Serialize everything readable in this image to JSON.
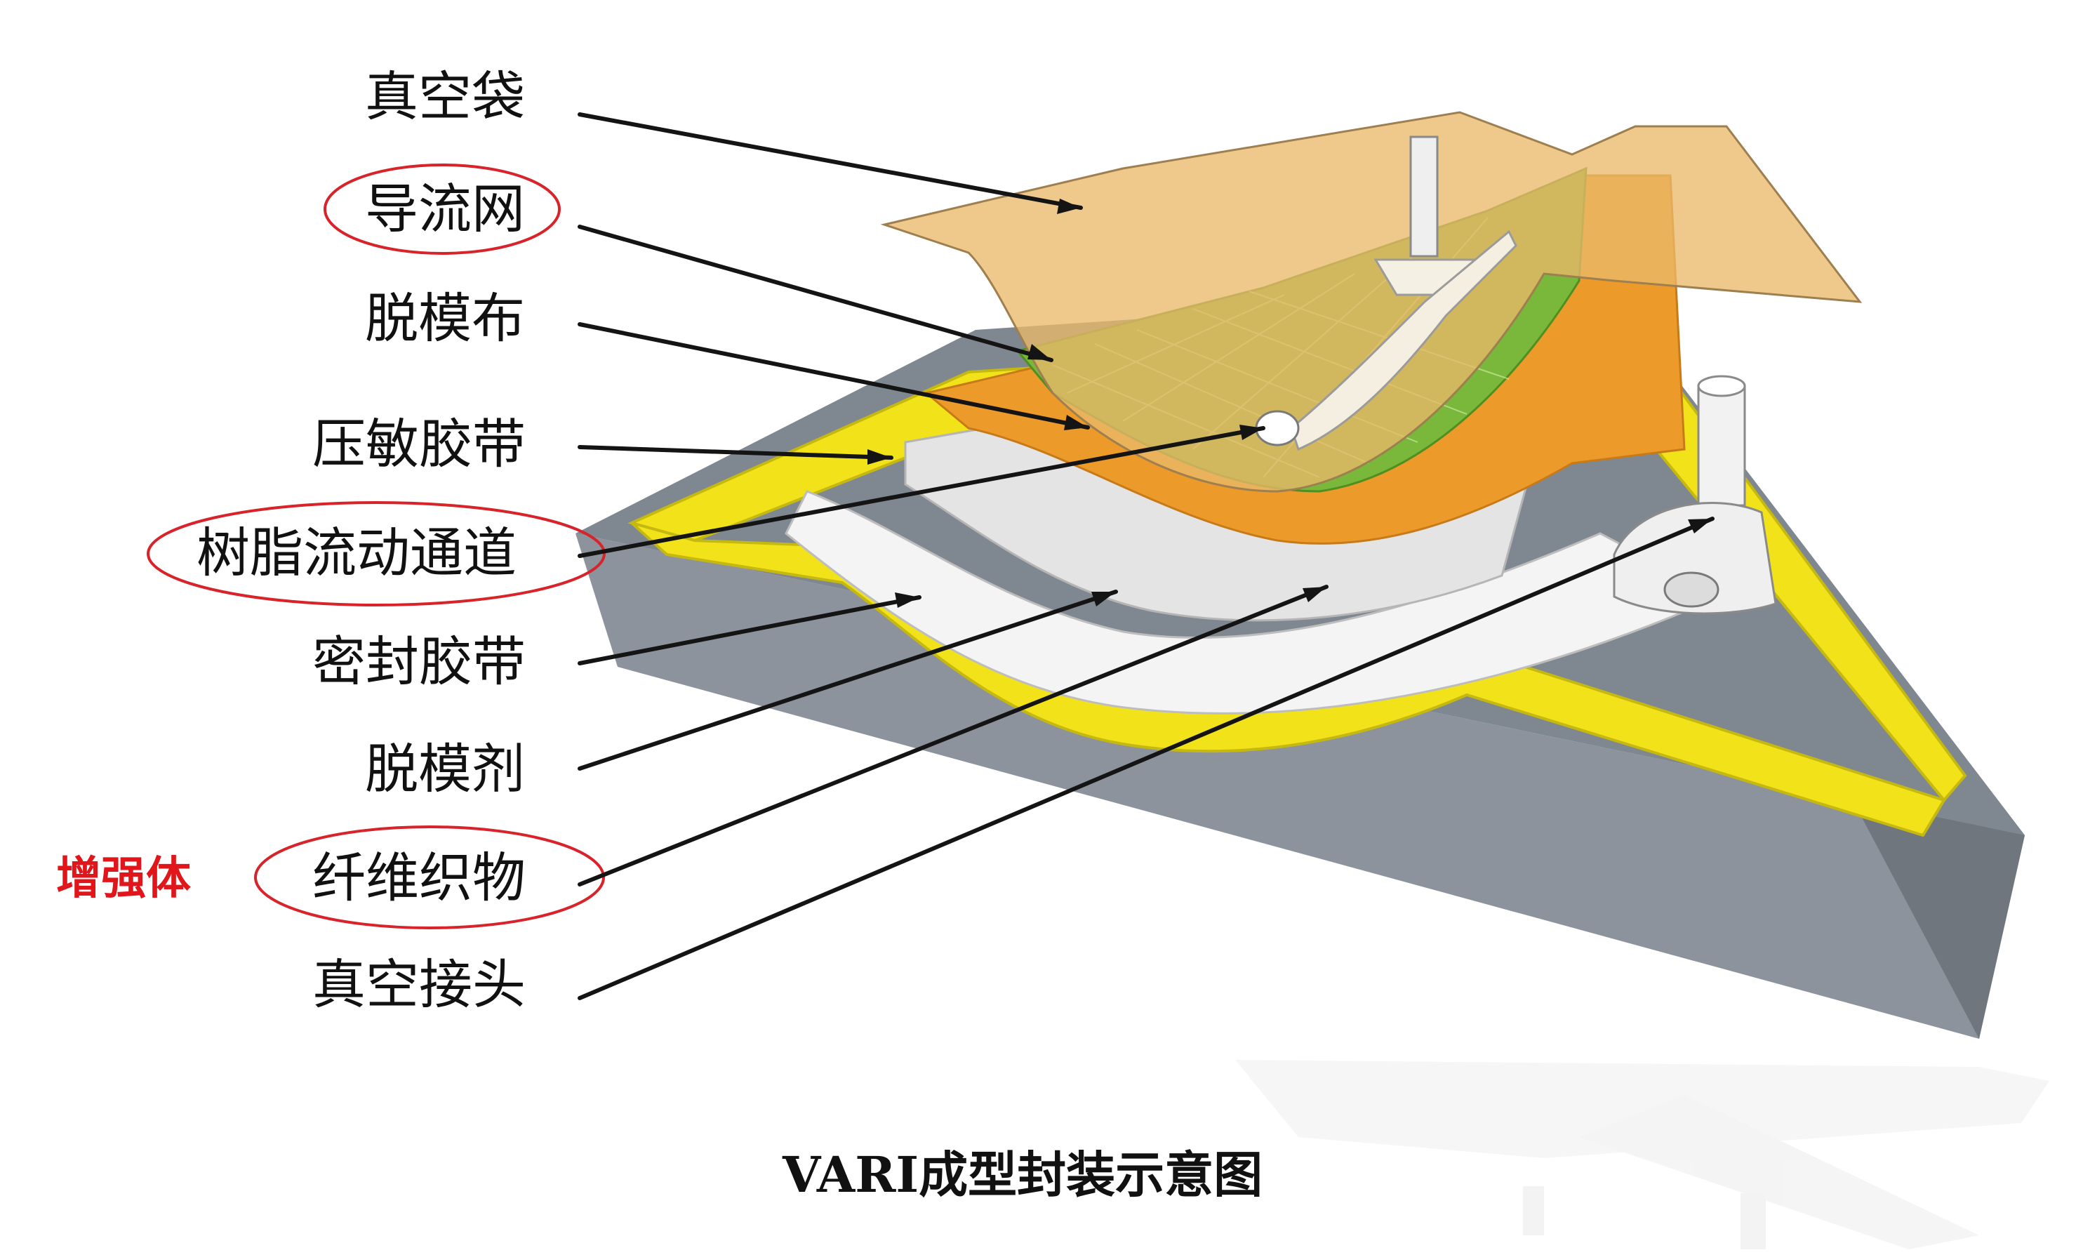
{
  "labels": [
    "真空袋",
    "导流网",
    "脱模布",
    "压敏胶带",
    "树脂流动通道",
    "密封胶带",
    "脱模剂",
    "纤维织物",
    "真空接头"
  ],
  "side_label": "增强体",
  "caption": "VARI成型封装示意图",
  "colors": {
    "mold_top": "#7f8790",
    "mold_side": "#8c939c",
    "tape_yellow": "#f2e21a",
    "bag": "#eab86a",
    "mesh_green": "#79b83a",
    "peel_orange": "#ec9a2a",
    "fabric_grey": "#e4e4e4",
    "highlight_red": "#d8232a"
  }
}
